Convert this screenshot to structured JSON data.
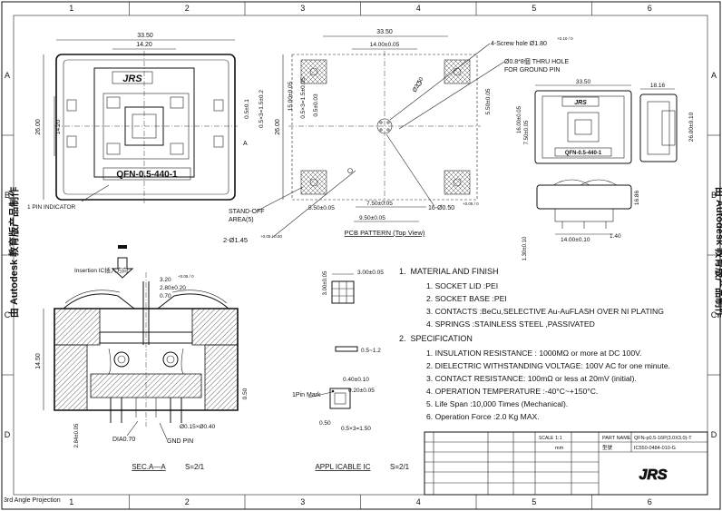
{
  "frame": {
    "columns": [
      "1",
      "2",
      "3",
      "4",
      "5",
      "6"
    ],
    "rows": [
      "A",
      "B",
      "C",
      "D"
    ],
    "projection_label": "3rd Angle Projection"
  },
  "watermark": "由 Autodesk 教育版产品制作",
  "top_view": {
    "overall_width": "33.50",
    "lid_width": "14.20",
    "overall_height": "26.00",
    "inner_height": "14.20",
    "pitch_label": "0.5×3=1.5±0.2",
    "small_dim": "0.5±0.1",
    "section_mark": "A",
    "logo": "JRS",
    "model_label": "QFN-0.5-440-1",
    "pin_indicator": "1 PIN INDICATOR"
  },
  "pcb_view": {
    "screw_hole": "4-Screw hole Ø1.80",
    "screw_tol": "+0.10 / 0",
    "thru_hole_line1": "Ø0.8*8個 THRU HOLE",
    "thru_hole_line2": "FOR GROUND PIN",
    "width": "33.50",
    "inner_width": "14.00±0.05",
    "height": "26.00",
    "inner_height": "15.00±0.05",
    "pitch_vertical": "0.5×3=1.5±0.05",
    "pitch_small": "0.5±0.03",
    "right_dim": "5.50±0.05",
    "dim_7_50": "7.50±0.05",
    "dim_9_50": "9.50±0.05",
    "dim_5_50": "5.50±0.05",
    "dim_r": "Ø2.50",
    "holes_16": "16-Ø0.50",
    "holes_16_tol": "+0.05 / 0",
    "holes_2": "2-Ø1.45",
    "holes_2_tol": "+0.05 / 0.00",
    "standoff_line1": "STAND-OFF",
    "standoff_line2": "AREA(5)",
    "caption": "PCB PATTERN (Top View)"
  },
  "side_views": {
    "width_top": "33.50",
    "depth": "18.16",
    "height_right": "26.00±0.10",
    "dim_16_00": "16.00±0.05",
    "dim_7_50": "7.50±0.05",
    "height_front": "16.86",
    "base_width": "14.00±0.10",
    "dim_1_40": "1.40",
    "dim_1_30": "1.30±0.10",
    "logo": "JRS",
    "model_label": "QFN-0.5-440-1"
  },
  "section": {
    "insertion_label": "Insertion IC插入方向",
    "dim_3_20": "3.20",
    "dim_3_20_tol": "+0.05 / 0",
    "dim_2_80": "2.80±0.20",
    "dim_0_70": "0.70",
    "height": "14.50",
    "dim_0_50": "0.50",
    "dim_0_15": "Ø0.15×Ø0.40",
    "dim_2_84": "2.84±0.05",
    "dia": "DIA0.70",
    "gnd": "GND PIN",
    "caption": "SEC.A—A",
    "scale": "S=2/1"
  },
  "ic": {
    "dim_v": "3.00±0.05",
    "dim_h": "3.00±0.05",
    "dim_thick": "0.5~1.2",
    "pin_mark": "1Pin Mark",
    "dim_0_40": "0.40±0.10",
    "dim_0_20": "0.20±0.05",
    "dim_0_50": "0.50",
    "dim_pitch": "0.5×3=1.50",
    "caption": "APPL ICABLE IC",
    "scale": "S=2/1"
  },
  "specs": {
    "material_heading": "MATERIAL AND FINISH",
    "material_items": [
      {
        "n": "1.",
        "text": "SOCKET LID :PEI"
      },
      {
        "n": "2.",
        "text": "SOCKET BASE :PEI"
      },
      {
        "n": "3.",
        "text": "CONTACTS :BeCu,SELECTIVE Au-AuFLASH OVER NI PLATING"
      },
      {
        "n": "4.",
        "text": "SPRINGS :STAINLESS STEEL ,PASSIVATED"
      }
    ],
    "spec_heading": "SPECIFICATION",
    "spec_items": [
      {
        "n": "1.",
        "text": "INSULATION RESISTANCE : 1000MΩ or more at DC 100V."
      },
      {
        "n": "2.",
        "text": "DIELECTRIC WITHSTANDING VOLTAGE: 100V AC for one minute."
      },
      {
        "n": "3.",
        "text": "CONTACT RESISTANCE: 100mΩ or less at 20mV (initial)."
      },
      {
        "n": "4.",
        "text": "OPERATION TEMPERATURE :-40°C~+150°C."
      },
      {
        "n": "5.",
        "text": "Life Span :10,000 Times (Mechanical)."
      },
      {
        "n": "6.",
        "text": "Operation Force :2.0 Kg MAX."
      }
    ],
    "heading_numbers": [
      "1.",
      "2."
    ]
  },
  "title_block": {
    "part_name_label": "PART NAME",
    "part_name": "QFN-p0.5-16P(3.0X3.0)-T",
    "part_no_label": "型號",
    "part_no": "IC550-0484-010-G",
    "scale_label": "SCALE",
    "scale": "1:1",
    "unit": "mm",
    "logo": "JRS"
  }
}
